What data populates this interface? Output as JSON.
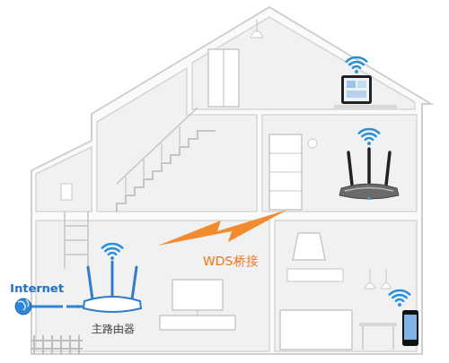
{
  "diagram": {
    "nodes": [
      {
        "text": [
          "Internet"
        ]
      },
      {
        "text": [
          "主路由器"
        ]
      }
    ],
    "edges": [
      {
        "from": 0,
        "to": 1,
        "arrow": "none"
      }
    ],
    "labels": [
      "WDS桥接"
    ]
  }
}
